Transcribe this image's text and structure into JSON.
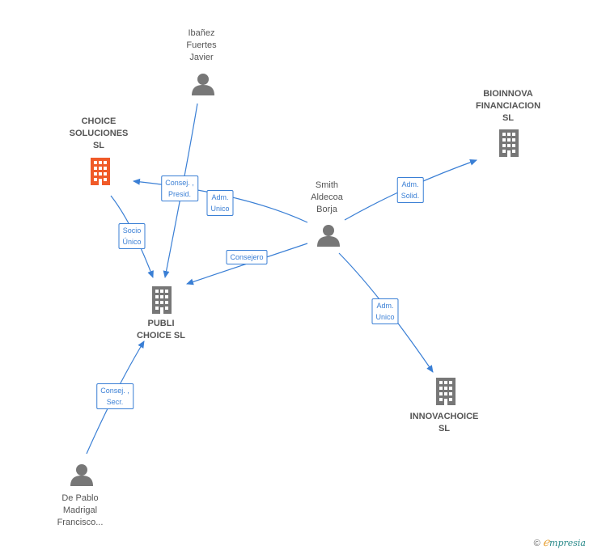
{
  "nodes": {
    "ibanez": {
      "label": "Ibañez\nFuertes\nJavier",
      "type": "person"
    },
    "choice_soluciones": {
      "label": "CHOICE\nSOLUCIONES\nSL",
      "type": "company-highlight"
    },
    "bioinnova": {
      "label": "BIOINNOVA\nFINANCIACION\nSL",
      "type": "company"
    },
    "smith": {
      "label": "Smith\nAldecoa\nBorja",
      "type": "person"
    },
    "publi_choice": {
      "label": "PUBLI\nCHOICE  SL",
      "type": "company"
    },
    "innovachoice": {
      "label": "INNOVACHOICE\nSL",
      "type": "company"
    },
    "de_pablo": {
      "label": "De Pablo\nMadrigal\nFrancisco...",
      "type": "person"
    }
  },
  "edges": {
    "ibanez_publi": {
      "label": "Consej. ,\nPresid."
    },
    "smith_choice": {
      "label": "Adm.\nUnico"
    },
    "choice_publi": {
      "label": "Socio\nÚnico"
    },
    "smith_publi": {
      "label": "Consejero"
    },
    "smith_bioinnova": {
      "label": "Adm.\nSolid."
    },
    "smith_innova": {
      "label": "Adm.\nUnico"
    },
    "depablo_publi": {
      "label": "Consej. ,\nSecr."
    }
  },
  "colors": {
    "edge": "#3a7fd5",
    "node": "#777777",
    "highlight": "#f05a28"
  },
  "footer": {
    "copyright": "©",
    "brand_initial": "ℯ",
    "brand_rest": "mpresia"
  }
}
